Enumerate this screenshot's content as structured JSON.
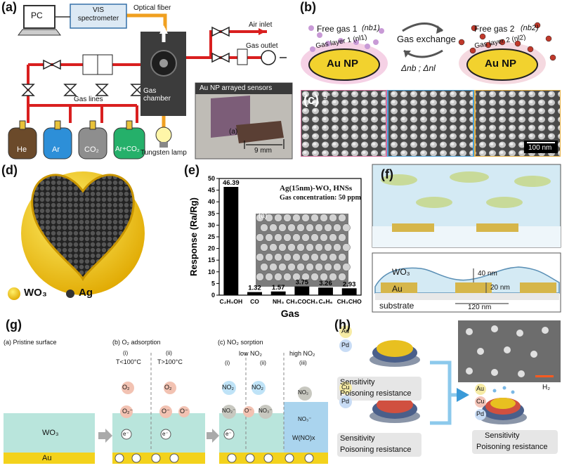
{
  "panel_a": {
    "label": "(a)",
    "pc": "PC",
    "vis": "VIS\nspectrometer",
    "optical_fiber": "Optical fiber",
    "air_inlet": "Air inlet",
    "gas_outlet": "Gas outlet",
    "gas_lines": "Gas lines",
    "gas_chamber": "Gas\nchamber",
    "sensors_title": "Au NP arrayed sensors",
    "photo_label": "(a)",
    "dimension": "9 mm",
    "lamp": "Tungsten lamp",
    "cylinders": [
      "He",
      "Ar",
      "CO₂",
      "Ar+CO₂"
    ]
  },
  "panel_b": {
    "label": "(b)",
    "free_gas_1": "Free gas 1",
    "nb1": "(nb1)",
    "free_gas_2": "Free gas 2",
    "nb2": "(nb2)",
    "gas_layer_1": "Gas layer 1 (nl1)",
    "gas_layer_2": "Gas layer 2 (nl2)",
    "exchange": "Gas exchange",
    "delta": "Δnb ; Δnl",
    "np": "Au NP"
  },
  "panel_c": {
    "label": "(c)",
    "angle": "5°",
    "scale": "100 nm"
  },
  "panel_d": {
    "label": "(d)",
    "legend_wo3": "WO₃",
    "legend_ag": "Ag"
  },
  "panel_e": {
    "label": "(e)",
    "inset_title": "Ag(15nm)-WO₃ HNSs",
    "inset_conc": "Gas concentration: 50 ppm",
    "inset_label": "(a)"
  },
  "chart_data": {
    "type": "bar",
    "categories": [
      "C₂H₅OH",
      "CO",
      "NH₃",
      "CH₃COCH₃",
      "C₆H₆",
      "CH₃CHO"
    ],
    "values": [
      46.39,
      1.32,
      1.57,
      3.75,
      3.26,
      2.93
    ],
    "value_labels": [
      "46.39",
      "1.32",
      "1.57",
      "3.75",
      "3.26",
      "2.93"
    ],
    "xlabel": "Gas",
    "ylabel": "Response (Ra/Rg)",
    "ylim": [
      0,
      50
    ],
    "yticks": [
      0,
      5,
      10,
      15,
      20,
      25,
      30,
      35,
      40,
      45,
      50
    ]
  },
  "panel_f": {
    "label": "(f)",
    "wo3": "WO₃",
    "au": "Au",
    "substrate": "substrate",
    "dim_40": "40 nm",
    "dim_20": "20 nm",
    "dim_120": "120 nm"
  },
  "panel_g": {
    "label": "(g)",
    "sub_a": "(a) Pristine surface",
    "sub_b": "(b) O₂ adsorption",
    "sub_c": "(c) NO₂ sorption",
    "i": "(i)",
    "ii": "(ii)",
    "iii": "(iii)",
    "t_low": "T<100°C",
    "t_high": "T>100°C",
    "low_no2": "low NO₂",
    "high_no2": "high NO₂",
    "wo3": "WO₃",
    "au": "Au",
    "o2": "O₂",
    "o_minus": "O⁻",
    "o2_minus": "O₂⁻",
    "no2": "NO₂",
    "no2_minus": "NO₂⁻",
    "no3_minus": "NO₃⁻",
    "no3": "NO₃⁻",
    "wno": "W(NO)x",
    "e": "e⁻"
  },
  "panel_h": {
    "label": "(h)",
    "au": "Au",
    "pd": "Pd",
    "cu": "Cu",
    "sensitivity": "Sensitivity",
    "poisoning": "Poisoning resistance",
    "h2": "H₂"
  }
}
